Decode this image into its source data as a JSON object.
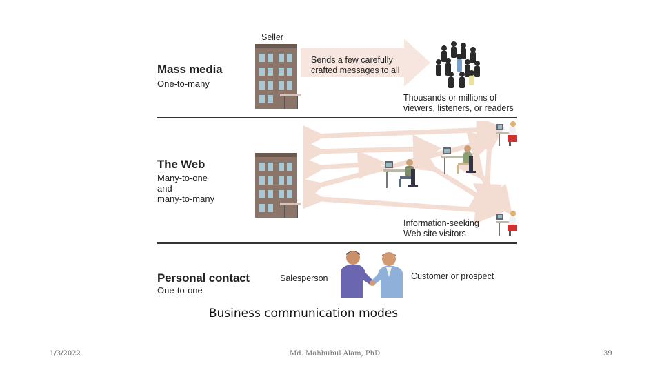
{
  "rows": {
    "mass_media": {
      "title": "Mass media",
      "subtitle": "One-to-many",
      "seller_label": "Seller",
      "arrow_text_1": "Sends a few carefully",
      "arrow_text_2": "crafted messages to all",
      "audience_1": "Thousands or millions of",
      "audience_2": "viewers, listeners, or readers"
    },
    "web": {
      "title": "The Web",
      "subtitle_1": "Many-to-one",
      "subtitle_2": "and",
      "subtitle_3": "many-to-many",
      "visitors_1": "Information-seeking",
      "visitors_2": "Web site visitors"
    },
    "personal": {
      "title": "Personal contact",
      "subtitle": "One-to-one",
      "salesperson": "Salesperson",
      "customer": "Customer or prospect"
    }
  },
  "caption": "Business communication modes",
  "footer": {
    "date": "1/3/2022",
    "author": "Md. Mahbubul Alam, PhD",
    "page": "39"
  },
  "colors": {
    "arrow_fill": "#f6e6df",
    "building": "#8a7568",
    "window": "#a9c8d6",
    "rule": "#333333"
  },
  "icons": [
    "building-icon",
    "crowd-icon",
    "desk-user-icon",
    "handshake-icon"
  ]
}
